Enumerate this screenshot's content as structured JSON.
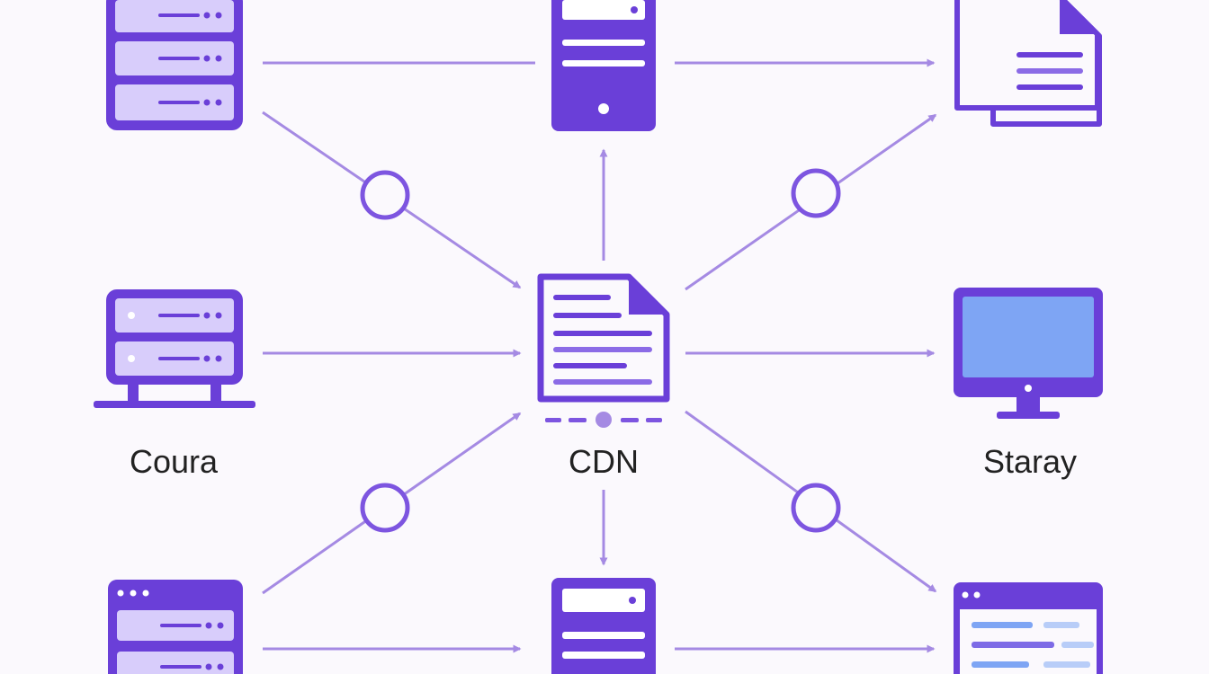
{
  "labels": {
    "left": "Coura",
    "center": "CDN",
    "right": "Staray"
  },
  "colors": {
    "primary": "#6a3fd8",
    "panel": "#d8cdfb",
    "line": "#a58ae3",
    "screen": "#7ea5f4",
    "background": "#fbf9fd",
    "text": "#222222"
  },
  "nodes": [
    {
      "id": "server-top-left",
      "icon": "server-rack-icon"
    },
    {
      "id": "tower-top-center",
      "icon": "server-tower-icon"
    },
    {
      "id": "files-top-right",
      "icon": "document-stack-icon"
    },
    {
      "id": "server-mid-left",
      "icon": "server-rack-icon"
    },
    {
      "id": "document-center",
      "icon": "document-icon"
    },
    {
      "id": "monitor-mid-right",
      "icon": "monitor-icon"
    },
    {
      "id": "server-bottom-left",
      "icon": "server-rack-icon"
    },
    {
      "id": "server-bottom-center",
      "icon": "server-rack-icon"
    },
    {
      "id": "browser-bottom-right",
      "icon": "browser-window-icon"
    }
  ]
}
